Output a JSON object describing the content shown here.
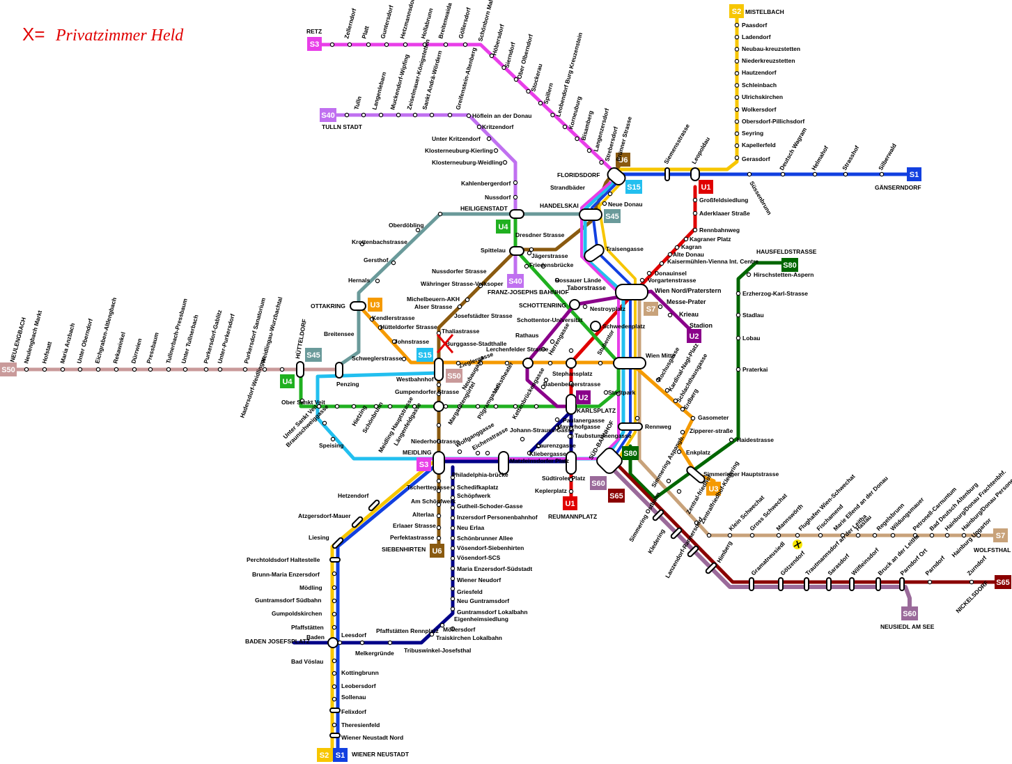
{
  "title": {
    "prefix": "X=",
    "text": "Privatzimmer Held"
  },
  "colors": {
    "S1": "#1240e0",
    "S2": "#f7c600",
    "S3": "#e83ee8",
    "S7": "#c8a27a",
    "S15": "#22bfef",
    "S40": "#c070f0",
    "S45": "#6a9a9a",
    "S50": "#c99a9a",
    "S60": "#9a6a9a",
    "S65": "#8a0000",
    "S80": "#006600",
    "U1": "#e00000",
    "U2": "#8a008a",
    "U3": "#f59a00",
    "U4": "#20b020",
    "U6": "#8a5a10",
    "B": "#000088"
  },
  "badges": [
    {
      "id": "S3",
      "label": "S3"
    },
    {
      "id": "S40",
      "label": "S40"
    },
    {
      "id": "S2",
      "label": "S2"
    },
    {
      "id": "S1",
      "label": "S1"
    },
    {
      "id": "U6",
      "label": "U6"
    },
    {
      "id": "U1",
      "label": "U1"
    },
    {
      "id": "S15",
      "label": "S15"
    },
    {
      "id": "S45",
      "label": "S45"
    },
    {
      "id": "U4",
      "label": "U4"
    },
    {
      "id": "S40b",
      "label": "S40"
    },
    {
      "id": "U3",
      "label": "U3"
    },
    {
      "id": "S7",
      "label": "S7"
    },
    {
      "id": "U2",
      "label": "U2"
    },
    {
      "id": "S80",
      "label": "S80"
    },
    {
      "id": "S50",
      "label": "S50"
    },
    {
      "id": "S45b",
      "label": "S45"
    },
    {
      "id": "U4b",
      "label": "U4"
    },
    {
      "id": "S15b",
      "label": "S15"
    },
    {
      "id": "S50b",
      "label": "S50"
    },
    {
      "id": "U2b",
      "label": "U2"
    },
    {
      "id": "S3b",
      "label": "S3"
    },
    {
      "id": "S80b",
      "label": "S80"
    },
    {
      "id": "S60",
      "label": "S60"
    },
    {
      "id": "S65",
      "label": "S65"
    },
    {
      "id": "U1b",
      "label": "U1"
    },
    {
      "id": "U3b",
      "label": "U3"
    },
    {
      "id": "U6b",
      "label": "U6"
    },
    {
      "id": "S7b",
      "label": "S7"
    },
    {
      "id": "S65b",
      "label": "S65"
    },
    {
      "id": "S60b",
      "label": "S60"
    },
    {
      "id": "S2b",
      "label": "S2"
    },
    {
      "id": "S1b",
      "label": "S1"
    }
  ],
  "stations": {
    "retz": "RETZ",
    "zellerndorf": "Zellerndorf",
    "platt": "Platt",
    "guntersdorf": "Guntersdorf",
    "hetzmannsdorf": "Hetzmannsdorf Wullersdorf",
    "hollabrunn": "Hollabrunn",
    "breitenwaida": "Breitenwaida",
    "goellersdorf": "Göllersdorf",
    "schoenborn": "Schönborn Mallebern",
    "hoebersdorf": "Höbersdorf",
    "sierndorf": "Sierndorf",
    "oberolberndorf": "Ober Olberndorf",
    "stockerau": "Stockerau",
    "spillern": "Spillern",
    "leobendorf": "Leobendorf Burg Kreuzenstein",
    "korneuburg": "Korneuburg",
    "bisamberg": "Bisamberg",
    "langenzersdorf": "Langenzersdorf",
    "strebersdorf": "Strebersdorf",
    "bruennerstrasse": "Brünner Strasse",
    "tullnstadt": "TULLN STADT",
    "tulln": "Tulln",
    "langenlebarn": "Langenlebarn",
    "muckendorf": "Muckendorf-Wipfing",
    "zeiselmauer": "Zeiselmauer-Königstetten",
    "stAndrae": "Sankt Andrä-Wördern",
    "greifenstein": "Greifenstein-Altenberg",
    "hoeflein": "Höflein an der Donau",
    "kritzendorf": "Kritzendorf",
    "unterkritzendorf": "Unter Kritzendorf",
    "kierling": "Klosterneuburg-Kierling",
    "weidling": "Klosterneuburg-Weidling",
    "kahlenbergerdorf": "Kahlenbergerdorf",
    "nussdorf": "Nussdorf",
    "mistelbach": "MISTELBACH",
    "paasdorf": "Paasdorf",
    "ladendorf": "Ladendorf",
    "neubau": "Neubau-kreuzstetten",
    "niederkreuzstetten": "Niederkreuzstetten",
    "hautzendorf": "Hautzendorf",
    "schleinbach": "Schleinbach",
    "ulrichskirchen": "Ulrichskirchen",
    "wolkersdorf": "Wolkersdorf",
    "obersdorf": "Obersdorf-Pillichsdorf",
    "seyring": "Seyring",
    "kapellerfeld": "Kapellerfeld",
    "gerasdorf": "Gerasdorf",
    "siemensstrasse": "Siemensstrasse",
    "leopoldau": "Leopoldau",
    "suessenbrunn": "Süssenbrunn",
    "deutschwagram": "Deutsch Wagram",
    "helmahof": "Helmahof",
    "strasshof": "Strasshof",
    "silberwald": "Silberwald",
    "gaenserndorf": "GÄNSERNDORF",
    "floridsdorf": "FLORIDSDORF",
    "strandbaeder": "Strandbäder",
    "handelskai": "HANDELSKAI",
    "neuedonau": "Neue Donau",
    "heiligenstadt": "HEILIGENSTADT",
    "oberdoebling": "Oberdöbling",
    "krottenbach": "Krottenbachstrasse",
    "gersthof": "Gersthof",
    "hernals": "Hernals",
    "ottakring": "OTTAKRING",
    "breitensee": "Breitensee",
    "penzing": "Penzing",
    "huetteldorf": "HÜTTELDORF",
    "neulengbach": "NEULENGBACH",
    "neulengbachmarkt": "Neulengbach Markt",
    "hofstatt": "Hofstatt",
    "mariaanzbach": "Maria Anzbach",
    "unteroberndorf": "Unter Oberndorf",
    "eichgraben": "Eichgraben-Altlengbach",
    "rekawinkel": "Rekawinkel",
    "duerrwien": "Dürrwien",
    "pressbaum": "Pressbaum",
    "tullnerbach": "Tullnerbach-Pressbaum",
    "untertullnerbach": "Unter Tullnerbach",
    "purkersdorfgablitz": "Purkersdorf-Gablitz",
    "unterpurkersdorf": "Unter-Purkersdorf",
    "purkersdorfsan": "Purkersdorf Sanatorium",
    "weidlingau": "Weidlingau-Wurzbachtal",
    "hadersdorf": "Hadersdorf-Weidlingau",
    "dresdner": "Dresdner Strasse",
    "spittelau": "Spittelau",
    "jaeger": "Jägerstrasse",
    "friedens": "Friedensbrücke",
    "fjb": "FRANZ-JOSEPHS BAHNHOF",
    "nussdorfer": "Nussdorfer Strasse",
    "waehringer": "Währinger Strasse-Volksoper",
    "michelbeuern": "Michelbeuern-AKH",
    "alser": "Alser Strasse",
    "josefstaedter": "Josefstädter Strasse",
    "thalia": "Thaliastrasse",
    "burggasse": "Burggasse-Stadthalle",
    "kendler": "Kendlerstrasse",
    "huettel": "Hütteldorfer Strasse",
    "johnstr": "Johnstrasse",
    "schwegler": "Schweglerstrasse",
    "westbahnhof": "Westbahnhof",
    "gumpendorfer": "Gumpendorfer Strasse",
    "rossauer": "Rossauer Lände",
    "schottenring": "SCHOTTENRING",
    "schottentor": "Schottentor-Universität",
    "rathaus": "Rathaus",
    "lerchenfelder": "Lerchenfelder Strasse",
    "volkstheater": "Volkstheater",
    "herrengasse": "Herrengasse",
    "stephansplatz": "Stephansplatz",
    "neubaugasse": "Neubaugasse",
    "zieglergasse": "Zieglergasse",
    "babenberger": "Babenbergerstrasse",
    "taborstrasse": "Taborstrasse",
    "nestroyplatz": "Nestroyplatz",
    "schwedenplatz": "Schwedenplatz",
    "stubentor": "Stubentor",
    "stadtpark": "Stadtpark",
    "karlsplatz": "KARLSPLATZ",
    "wiennord": "Wien Nord/Praterstern",
    "messe": "Messe-Prater",
    "krieau": "Krieau",
    "stadion": "Stadion",
    "traisengasse": "Traisengasse",
    "wienmitte": "Wien Mitte",
    "rochus": "Rochusgasse",
    "kardinal": "Kardinal-Nagl-Platz",
    "schlachthaus": "Schlachthausgasse",
    "erdberg": "Erdberg",
    "gasometer": "Gasometer",
    "zippererstr": "Zipperer-straße",
    "enkplatz": "Enkplatz",
    "simmeringhs": "Simmeringer Hauptstrasse",
    "rennweg": "Rennweg",
    "grossfeld": "Großfeldsiedlung",
    "aderklaaer": "Aderklaaer Straße",
    "rennbahnweg": "Rennbahnweg",
    "kagranerplatz": "Kagraner Platz",
    "kagran": "Kagran",
    "altedonau": "Alte Donau",
    "kaisermuehlen": "Kaisermühlen-Vienna Int. Centre",
    "donauinsel": "Donauinsel",
    "vorgarten": "Vorgartenstrasse",
    "hausfeld": "HAUSFELDSTRASSE",
    "hirschstetten": "Hirschstetten-Aspern",
    "erzherzog": "Erzherzog-Karl-Strasse",
    "stadlau": "Stadlau",
    "lobau": "Lobau",
    "praterkai": "Praterkai",
    "haidestrasse": "Haidestrasse",
    "obersanktveit": "Ober Sankt Veit",
    "untersanktveit": "Unter Sankt Veit",
    "braunschweig": "Braunschweiggasse",
    "hietzing": "Hietzing",
    "schoenbrunn": "Schönbrunn",
    "meidlinghs": "Meidling Hauptstrasse",
    "laengenfeld": "Längenfeldgasse",
    "margareten": "Margaretengürtel",
    "pilgram": "Pilgramgasse",
    "kettenbrueckengasse": "Kettenbrückengasse",
    "speising": "Speising",
    "niederhof": "Niederhofstrasse",
    "wolfganggasse": "Wolfganggasse",
    "eichenstrasse": "Eichenstrasse",
    "johannstrauss": "Johann-Strauss-Gasse",
    "laurenzgasse": "Laurenzgasse",
    "kliebergasse": "Kliebergasse",
    "paulaner": "Paulanergasse",
    "mayerhof": "Mayerhofgasse",
    "taubstummen": "Taubstummengasse",
    "meidling": "MEIDLING",
    "matzleinsdorfer": "Matzleinsdorfer Platz",
    "suedbahnhof": "SÜD-BAHNHOF",
    "suedtiroler": "Südtiroler Platz",
    "keplerplatz": "Keplerplatz",
    "reumannplatz": "REUMANNPLATZ",
    "philadelphia": "Philadelphia-brücke",
    "tscherttegasse": "Tscherttegasse",
    "amschoepfwerk": "Am Schöpfwerk",
    "alterlaa": "Alterlaa",
    "erlaaer": "Erlaaer Strasse",
    "perfektastrasse": "Perfektastrasse",
    "siebenhirten": "SIEBENHIRTEN",
    "schedifkaplatz": "Schedifkaplatz",
    "schoepfwerk": "Schöpfwerk",
    "gutheil": "Gutheil-Schoder-Gasse",
    "inzersdorf": "Inzersdorf Personenbahnhof",
    "neuerlaa": "Neu Erlaa",
    "schoenbrunnerallee": "Schönbrunner Allee",
    "voesendorf": "Vösendorf-Siebenhirten",
    "voesendorfscs": "Vösendorf-SCS",
    "mariaenzersdorf": "Maria Enzersdorf-Südstadt",
    "wienerneudorf": "Wiener Neudorf",
    "griesfeld": "Griesfeld",
    "neuguntramsdorf": "Neu Guntramsdorf",
    "guntramsdorflokal": "Guntramsdorf Lokalbahn",
    "eigenheim": "Eigenheimsiedlung",
    "moellersdorf": "Möllersdorf",
    "traiskirchen": "Traiskirchen Lokalbahn",
    "tribuswinkel": "Tribuswinkel-Josefsthal",
    "pfaffstaettenrenn": "Pfaffstätten Rennplatz",
    "melkergruende": "Melkergründe",
    "leesdorf": "Leesdorf",
    "hetzendorf": "Hetzendorf",
    "atzgersdorf": "Atzgersdorf-Mauer",
    "liesing": "Liesing",
    "perchtoldsdorf": "Perchtoldsdorf Haltestelle",
    "brunn": "Brunn-Maria Enzersdorf",
    "moedling": "Mödling",
    "guntramsdorfsued": "Guntramsdorf Südbahn",
    "gumpoldskirchen": "Gumpoldskirchen",
    "pfaffstaetten": "Pfaffstätten",
    "baden": "Baden",
    "badenjosefsplatz": "BADEN JOSEFSPLATZ",
    "badvoeslau": "Bad Vöslau",
    "kottingbrunn": "Kottingbrunn",
    "leobersdorf": "Leobersdorf",
    "sollenau": "Sollenau",
    "felixdorf": "Felixdorf",
    "theresienfeld": "Theresienfeld",
    "wrneustadtnord": "Wiener Neustadt Nord",
    "wrneustadt": "WIENER NEUSTADT",
    "simmeringostbahn": "Simmering Ostbahn",
    "kledering": "Kledering",
    "simmeringaspangb": "Simmering Aspangb.",
    "zentralfriedhof": "Zentral-friedhof",
    "zentralfriedhofkledering": "Zentralfriedhof-Kledering",
    "kleinschwechat": "Klein Schwechat",
    "grossschwechat": "Gross Schwechat",
    "mannswoerth": "Mannswörth",
    "flughafen": "Flughafen Wien-Schwechat",
    "fischamend": "Fischamend",
    "mariaellend": "Marie Ellend an der Donau",
    "haslau": "Haslau",
    "regelsbrunn": "Regelsbrunn",
    "wildungsmauer": "Wildungsmauer",
    "petronell": "Petronell-Carnuntum",
    "baddeutsch": "Bad Deutsch Altenburg",
    "hainburgfrachten": "Hainburg/Donau Frachtenbhf.",
    "hainburgpersonen": "Hainburg/Donau Personenbhf.",
    "hainburgungartor": "Hainburg Ungartor",
    "wolfsthal": "WOLFSTHAL",
    "lanzendorf": "Lanzendorf-Rannersdorf",
    "himberg": "Himberg",
    "gramatneusiedl": "Gramatneusiedl",
    "goetzendorf": "Götzendorf",
    "trautmannsdorf": "Trautmannsdorf an der Leitha",
    "sarasdorf": "Sarasdorf",
    "wilfleinsdorf": "Wilfleinsdorf",
    "bruck": "Bruck an der Leitha",
    "parndorfort": "Parndorf Ort",
    "parndorf": "Parndorf",
    "zurndorf": "Zurndorf",
    "nickelsdorf": "NICKELSDORF",
    "neusiedl": "NEUSIEDL AM SEE",
    "wienerneustadtnordlabel": "Wiener Neustadt Nord"
  }
}
